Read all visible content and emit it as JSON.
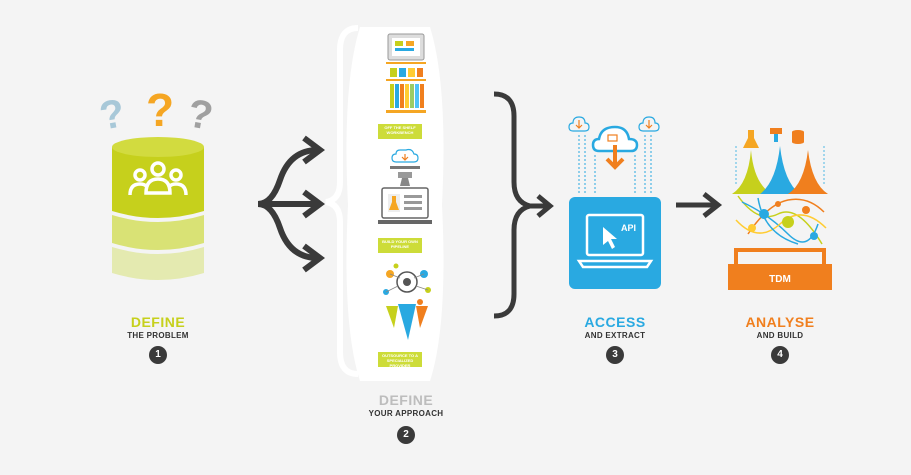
{
  "steps": [
    {
      "number": "1",
      "title": "DEFINE",
      "subtitle": "THE PROBLEM",
      "title_color": "#c6d01c"
    },
    {
      "number": "2",
      "title": "DEFINE",
      "subtitle": "YOUR APPROACH",
      "title_color": "#bdbdbd"
    },
    {
      "number": "3",
      "title": "ACCESS",
      "subtitle": "AND EXTRACT",
      "title_color": "#29a9e1"
    },
    {
      "number": "4",
      "title": "ANALYSE",
      "subtitle": "AND BUILD",
      "title_color": "#f07f1e"
    }
  ],
  "approach_options": [
    {
      "caption": "OFF THE SHELF WORKBENCH"
    },
    {
      "caption": "BUILD YOUR OWN PIPELINE"
    },
    {
      "caption": "OUTSOURCE TO A SPECIALIZED PROVIDER"
    }
  ],
  "api_label": "API",
  "tdm_label": "TDM",
  "question_marks": [
    "?",
    "?",
    "?"
  ],
  "colors": {
    "lime": "#c6d01c",
    "lime_light": "#dde680",
    "blue": "#29a9e1",
    "orange": "#f07f1e",
    "dark": "#3a3a3a",
    "question_blue": "#a8c8d8",
    "question_orange": "#f5a623",
    "question_gray": "#a0a0a0"
  },
  "icons": [
    "people-icon",
    "cloud-download-icon",
    "laptop-icon",
    "cursor-icon",
    "flask-icon",
    "database-icon"
  ]
}
